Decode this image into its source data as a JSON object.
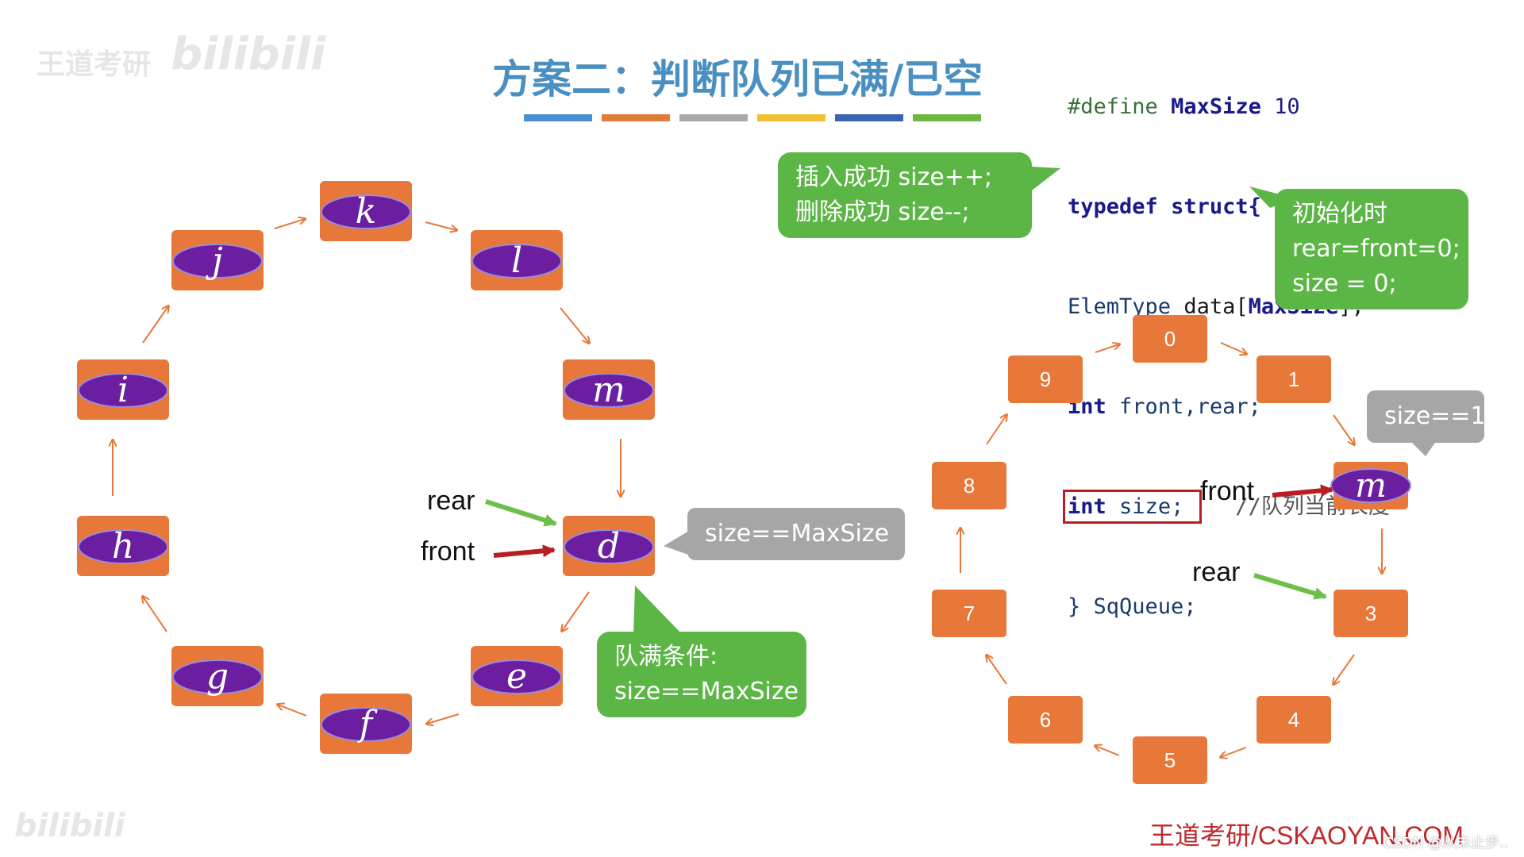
{
  "watermarks": {
    "top_left": "王道考研",
    "top_left_logo": "bilibili",
    "bottom_left_logo": "bilibili"
  },
  "title": "方案二：判断队列已满/已空",
  "color_bars": [
    "#4a90cf",
    "#e07b3a",
    "#a9a9a9",
    "#f0c030",
    "#3a64b0",
    "#6cb840"
  ],
  "code": {
    "line1": {
      "kw": "#define",
      "name": "MaxSize",
      "num": "10"
    },
    "line2": {
      "kw": "typedef",
      "kw2": "struct{"
    },
    "line3": {
      "type": "ElemType",
      "rest": "data[",
      "name": "MaxSize",
      "end": "];"
    },
    "line4": {
      "kw": "int",
      "rest": "front,rear;"
    },
    "line5": {
      "kw": "int",
      "rest": "size;",
      "comment": "//队列当前长度"
    },
    "line6": {
      "text": "} SqQueue;"
    }
  },
  "callouts": {
    "insert_delete": [
      "插入成功 size++;",
      "删除成功 size--;"
    ],
    "init": [
      "初始化时",
      "rear=front=0;",
      "size = 0;"
    ],
    "full_condition": [
      "队满条件:",
      "size==MaxSize"
    ],
    "full_gray": "size==MaxSize",
    "one_gray": "size==1"
  },
  "left_ring": {
    "nodes": [
      "k",
      "l",
      "m",
      "d",
      "e",
      "f",
      "g",
      "h",
      "i",
      "j"
    ],
    "labels": {
      "rear": "rear",
      "front": "front"
    }
  },
  "right_ring": {
    "slots": [
      "0",
      "1",
      "m",
      "3",
      "4",
      "5",
      "6",
      "7",
      "8",
      "9"
    ],
    "labels": {
      "front": "front",
      "rear": "rear"
    }
  },
  "colors": {
    "orange": "#e8783a",
    "purple": "#6b1fa0",
    "green": "#5cb646",
    "gray": "#a6a6a6",
    "red_arrow": "#b81e24",
    "green_arrow": "#6cc04a",
    "title_blue": "#4a8fc2"
  },
  "footer": "王道考研/CSKAOYAN.COM",
  "csdn": "CSDN @从未止步.."
}
